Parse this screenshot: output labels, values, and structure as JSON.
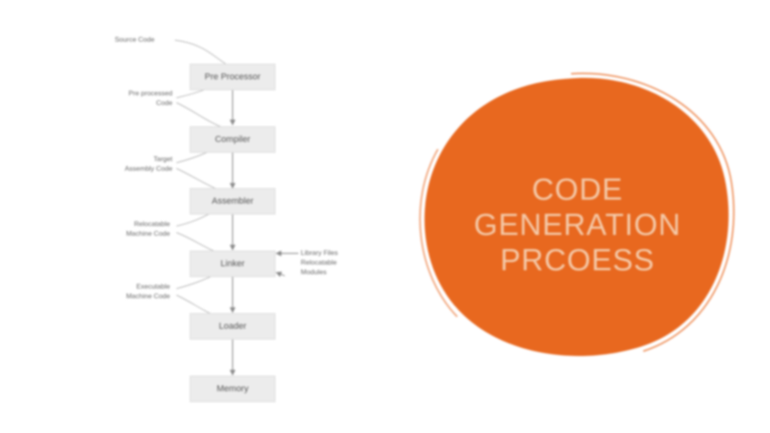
{
  "diagram": {
    "boxes": [
      {
        "id": "preprocessor",
        "label": "Pre Processor"
      },
      {
        "id": "compiler",
        "label": "Compiler"
      },
      {
        "id": "assembler",
        "label": "Assembler"
      },
      {
        "id": "linker",
        "label": "Linker"
      },
      {
        "id": "loader",
        "label": "Loader"
      },
      {
        "id": "memory",
        "label": "Memory"
      }
    ],
    "inputs": {
      "source_code": "Source Code",
      "preprocessed_code": [
        "Pre processed",
        "Code"
      ],
      "target_assembly_code": [
        "Target",
        "Assembly Code"
      ],
      "relocatable_machine_code": [
        "Relocatable",
        "Machine Code"
      ],
      "executable_machine_code": [
        "Executable",
        "Machine Code"
      ],
      "library_files": [
        "Library Files",
        "Relocatable",
        "Modules"
      ]
    }
  },
  "title": {
    "lines": [
      "CODE",
      "GENERATION",
      "PRCOESS"
    ]
  },
  "colors": {
    "blob": "#e8681f",
    "title_text": "#f4c9a8",
    "box_fill": "#ececec"
  }
}
